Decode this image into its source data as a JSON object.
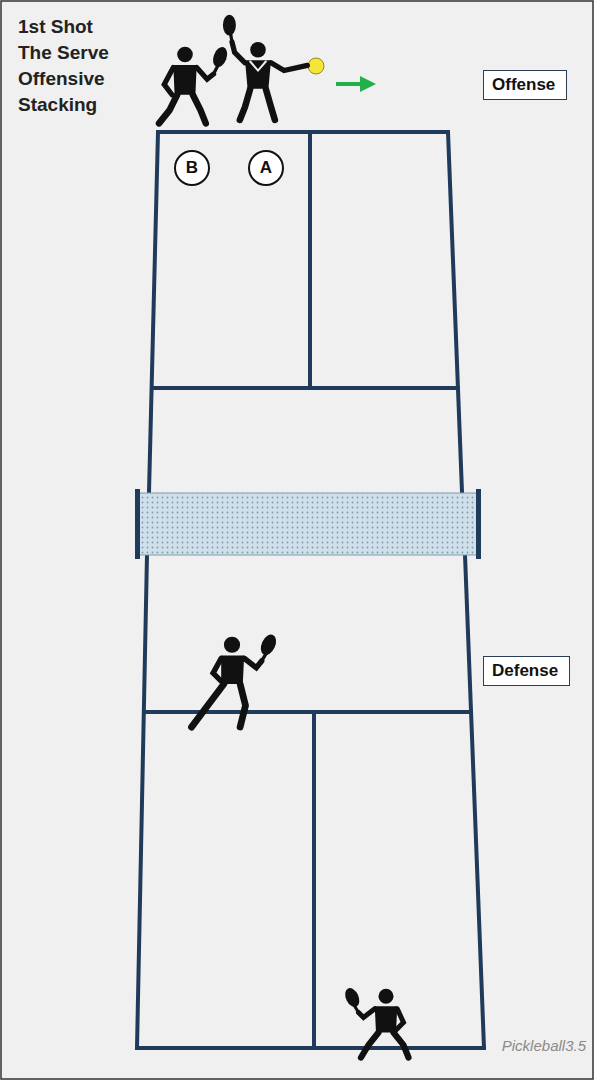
{
  "diagram": {
    "title": "1st Shot The Serve Offensive Stacking",
    "nodes": [
      {
        "text": [
          "Offense"
        ]
      },
      {
        "text": [
          "B"
        ]
      },
      {
        "text": [
          "A"
        ]
      },
      {
        "text": [
          "Defense"
        ]
      }
    ],
    "labels": [
      "Pickleball3.5"
    ]
  }
}
